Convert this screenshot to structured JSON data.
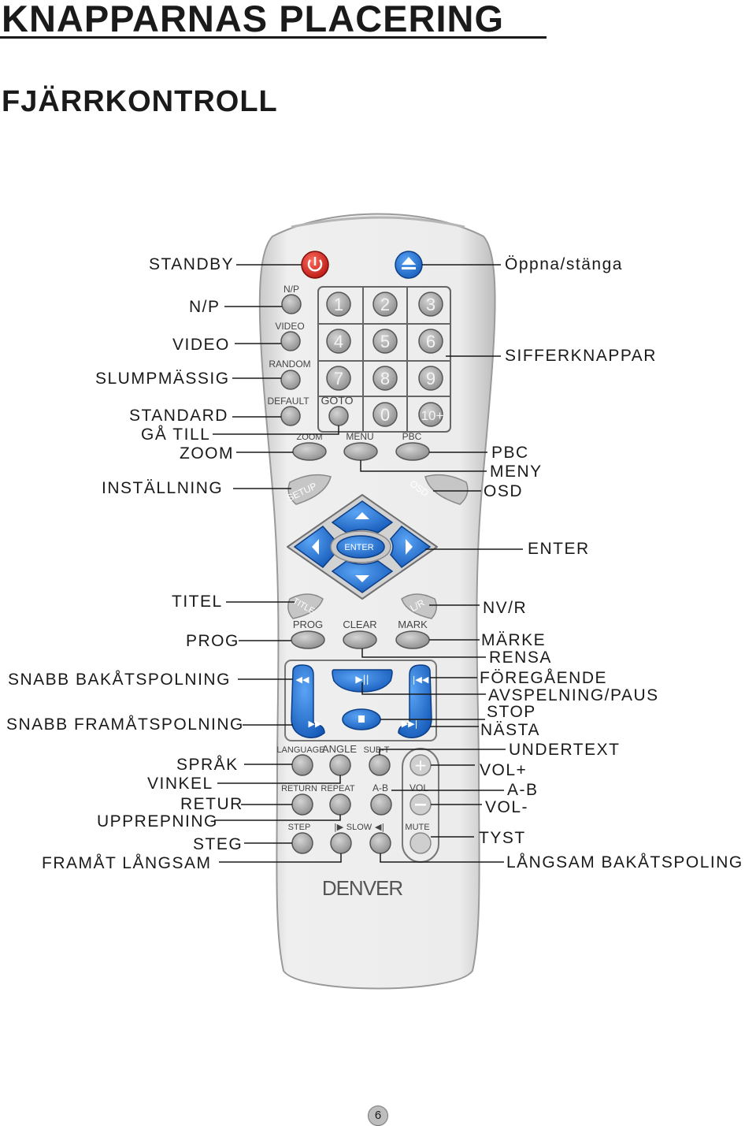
{
  "header": {
    "title": "KNAPPARNAS PLACERING",
    "subtitle": "FJÄRRKONTROLL"
  },
  "labels_left": {
    "standby": "STANDBY",
    "np": "N/P",
    "video": "VIDEO",
    "slump": "SLUMPMÄSSIG",
    "standard": "STANDARD",
    "gatill": "GÅ TILL",
    "zoom": "ZOOM",
    "install": "INSTÄLLNING",
    "titel": "TITEL",
    "prog": "PROG",
    "rew": "SNABB BAKÅTSPOLNING",
    "ff": "SNABB FRAMÅTSPOLNING",
    "sprak": "SPRÅK",
    "vinkel": "VINKEL",
    "retur": "RETUR",
    "upprep": "UPPREPNING",
    "steg": "STEG",
    "framslow": "FRAMÅT LÅNGSAM"
  },
  "labels_right": {
    "eject": "Öppna/stänga",
    "siffer": "SIFFERKNAPPAR",
    "pbc": "PBC",
    "meny": "MENY",
    "osd": "OSD",
    "enter": "ENTER",
    "nvr": "NV/R",
    "marke": "MÄRKE",
    "rensa": "RENSA",
    "prev": "FÖREGÅENDE",
    "play": "AVSPELNING/PAUS",
    "stop": "STOP",
    "next": "NÄSTA",
    "subtext": "UNDERTEXT",
    "volp": "VOL+",
    "ab": "A-B",
    "volm": "VOL-",
    "tyst": "TYST",
    "bakslow": "LÅNGSAM BAKÅTSPOLING"
  },
  "remote": {
    "brand": "DENVER",
    "digits": [
      "1",
      "2",
      "3",
      "4",
      "5",
      "6",
      "7",
      "8",
      "9",
      "0",
      "10+"
    ],
    "btn_labels": {
      "np": "N/P",
      "video": "VIDEO",
      "random": "RANDOM",
      "default": "DEFAULT",
      "goto": "GOTO",
      "zoom": "ZOOM",
      "menu": "MENU",
      "pbc": "PBC",
      "setup": "SETUP",
      "osd": "OSD",
      "enter": "ENTER",
      "title": "TITLE",
      "lr": "L/R",
      "prog": "PROG",
      "clear": "CLEAR",
      "mark": "MARK",
      "language": "LANGUAGE",
      "angle": "ANGLE",
      "subt": "SUB-T",
      "return": "RETURN",
      "repeat": "REPEAT",
      "ab": "A-B",
      "vol": "VOL",
      "step": "STEP",
      "slow": "SLOW",
      "mute": "MUTE"
    },
    "colors": {
      "body": "#e4e4e4",
      "blue": "#2d7de0",
      "red": "#e0302a",
      "grey_btn": "#a9a9a9"
    }
  },
  "page_number": "6"
}
